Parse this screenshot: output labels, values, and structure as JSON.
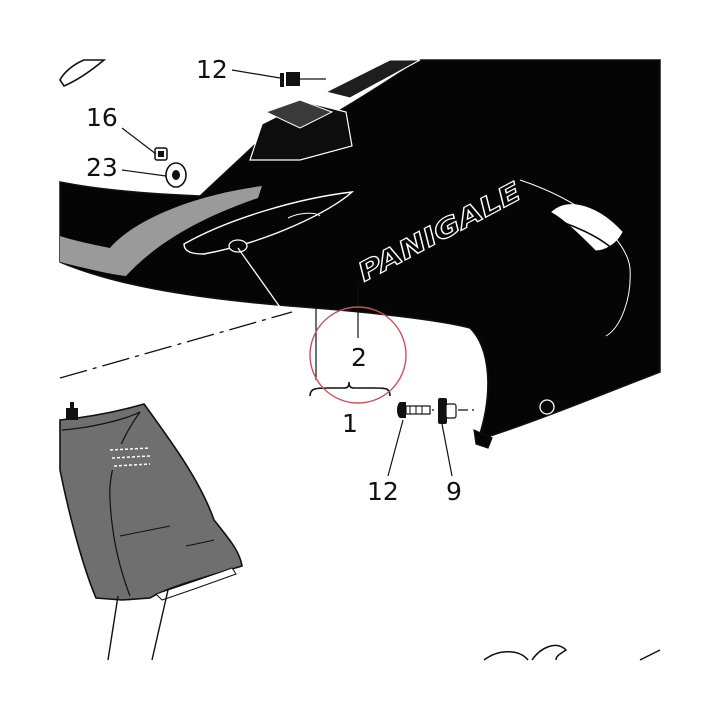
{
  "brand_text": "PANIGALE",
  "callouts": {
    "c12_top": "12",
    "c16": "16",
    "c23": "23",
    "c2": "2",
    "c1": "1",
    "c12_bottom": "12",
    "c9": "9"
  },
  "colors": {
    "fairing": "#050505",
    "duct": "#6f6f6f",
    "stripe": "#9a9a9a",
    "highlight_circle": "#c9505a",
    "ink": "#111111"
  }
}
